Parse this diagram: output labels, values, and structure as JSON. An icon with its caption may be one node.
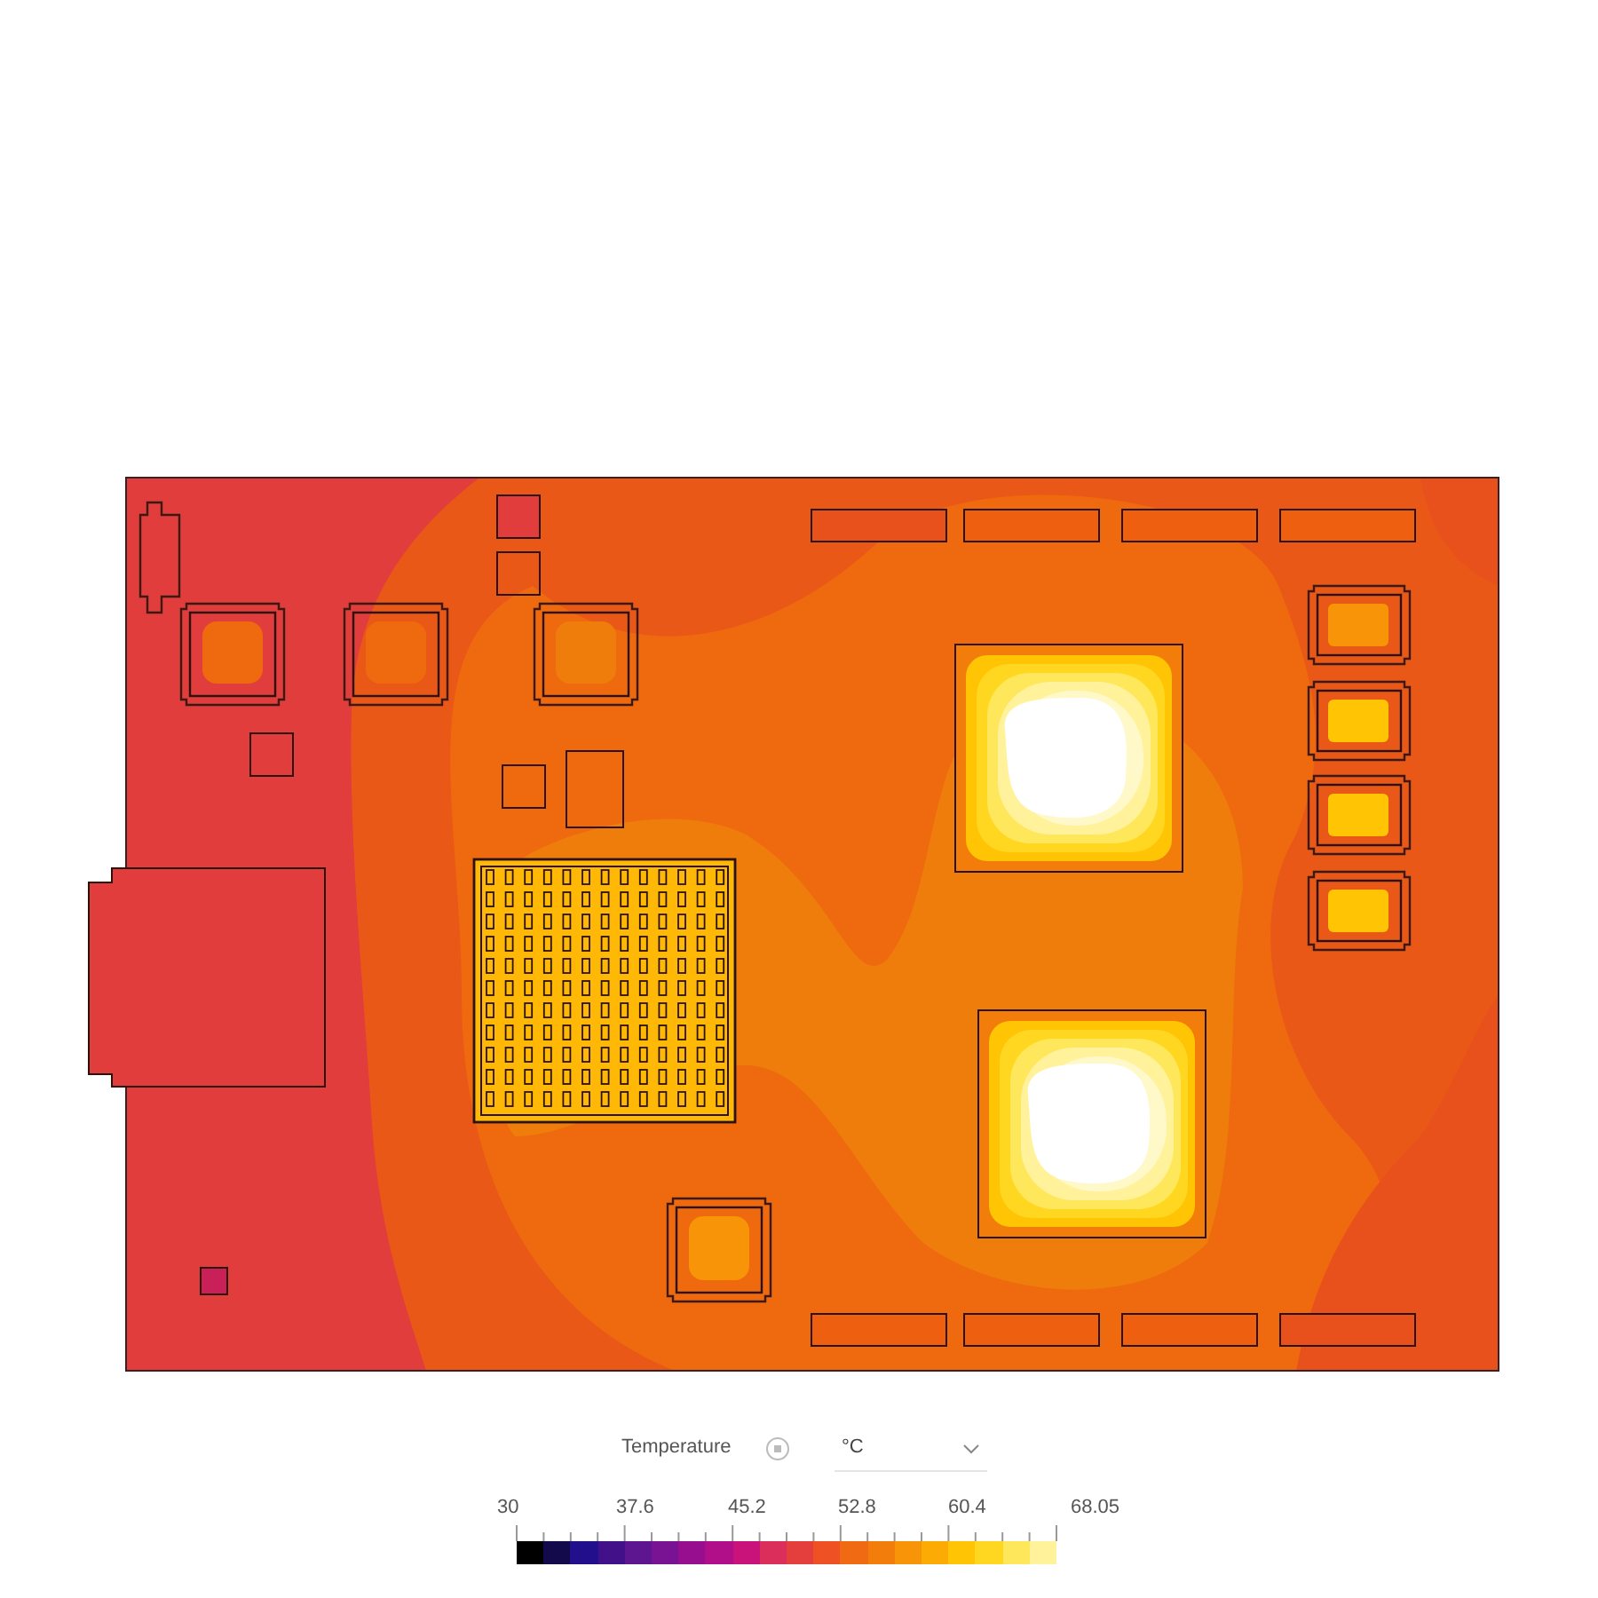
{
  "diagram": {
    "labels": [
      "Temperature",
      "°C",
      "30",
      "37.6",
      "45.2",
      "52.8",
      "60.4",
      "68.05"
    ]
  }
}
